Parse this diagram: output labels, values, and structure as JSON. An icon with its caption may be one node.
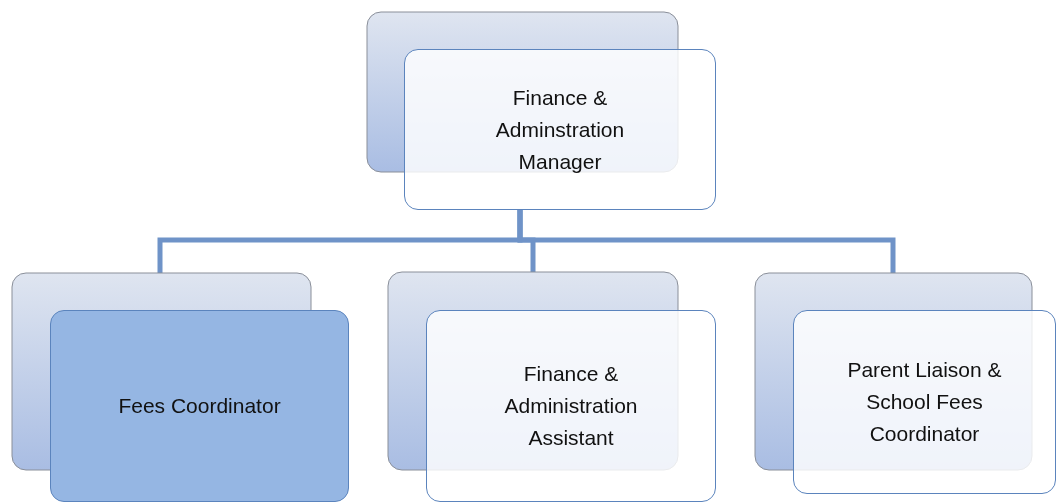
{
  "diagram": {
    "nodes": [
      {
        "text": [
          "Finance & Adminstration Manager"
        ]
      },
      {
        "text": [
          "Fees Coordinator"
        ]
      },
      {
        "text": [
          "Finance & Administration Assistant"
        ]
      },
      {
        "text": [
          "Parent Liaison & School Fees Coordinator"
        ]
      }
    ],
    "edges": [
      {
        "from": 0,
        "to": 1,
        "arrow": "none"
      },
      {
        "from": 0,
        "to": 2,
        "arrow": "none"
      },
      {
        "from": 0,
        "to": 3,
        "arrow": "none"
      }
    ]
  }
}
